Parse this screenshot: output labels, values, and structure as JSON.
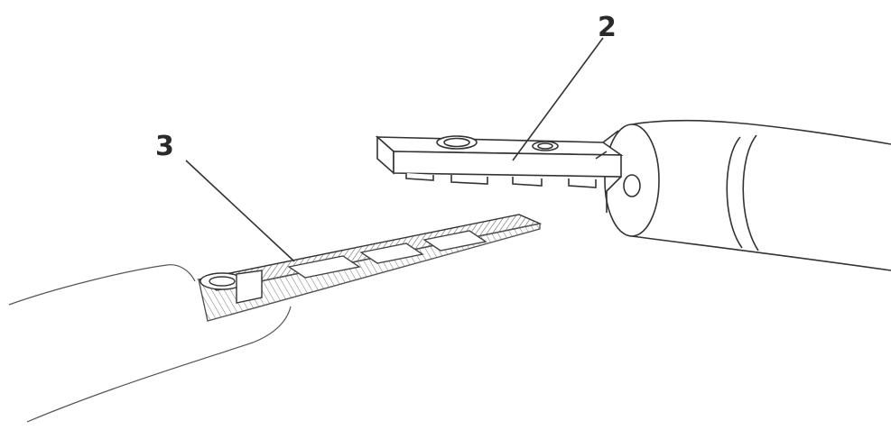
{
  "figure": {
    "labels": [
      {
        "id": "ref-2",
        "text": "2"
      },
      {
        "id": "ref-3",
        "text": "3"
      }
    ],
    "colors": {
      "line": "#333333",
      "hatch": "#555555",
      "background": "#ffffff"
    }
  }
}
